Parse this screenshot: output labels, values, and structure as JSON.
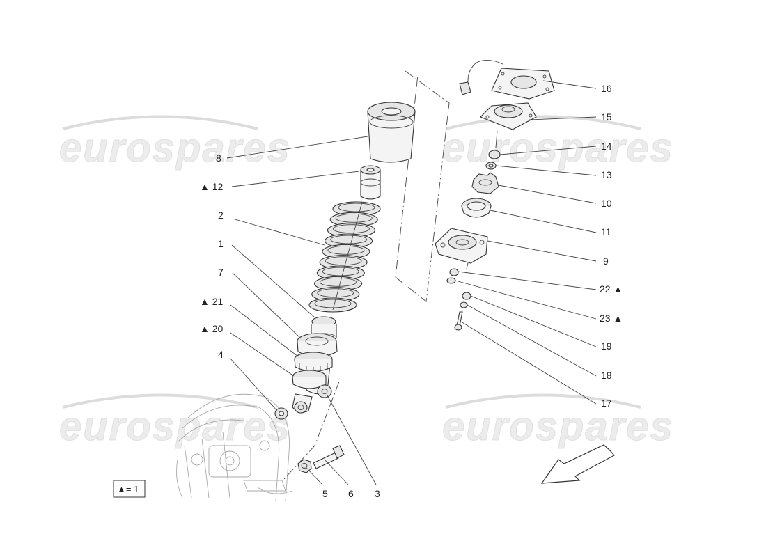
{
  "watermark": {
    "text": "eurospares"
  },
  "legend": {
    "text": "▲= 1"
  },
  "callouts": [
    {
      "id": "c8",
      "label": "8"
    },
    {
      "id": "c12",
      "label": "▲ 12"
    },
    {
      "id": "c2",
      "label": "2"
    },
    {
      "id": "c1",
      "label": "1"
    },
    {
      "id": "c7",
      "label": "7"
    },
    {
      "id": "c21",
      "label": "▲ 21"
    },
    {
      "id": "c20",
      "label": "▲ 20"
    },
    {
      "id": "c4",
      "label": "4"
    },
    {
      "id": "c5",
      "label": "5"
    },
    {
      "id": "c6",
      "label": "6"
    },
    {
      "id": "c3",
      "label": "3"
    },
    {
      "id": "c16",
      "label": "16"
    },
    {
      "id": "c15",
      "label": "15"
    },
    {
      "id": "c14",
      "label": "14"
    },
    {
      "id": "c13",
      "label": "13"
    },
    {
      "id": "c10",
      "label": "10"
    },
    {
      "id": "c11",
      "label": "11"
    },
    {
      "id": "c9",
      "label": "9"
    },
    {
      "id": "c22",
      "label": "22 ▲"
    },
    {
      "id": "c23",
      "label": "23 ▲"
    },
    {
      "id": "c19",
      "label": "19"
    },
    {
      "id": "c18",
      "label": "18"
    },
    {
      "id": "c17",
      "label": "17"
    }
  ]
}
